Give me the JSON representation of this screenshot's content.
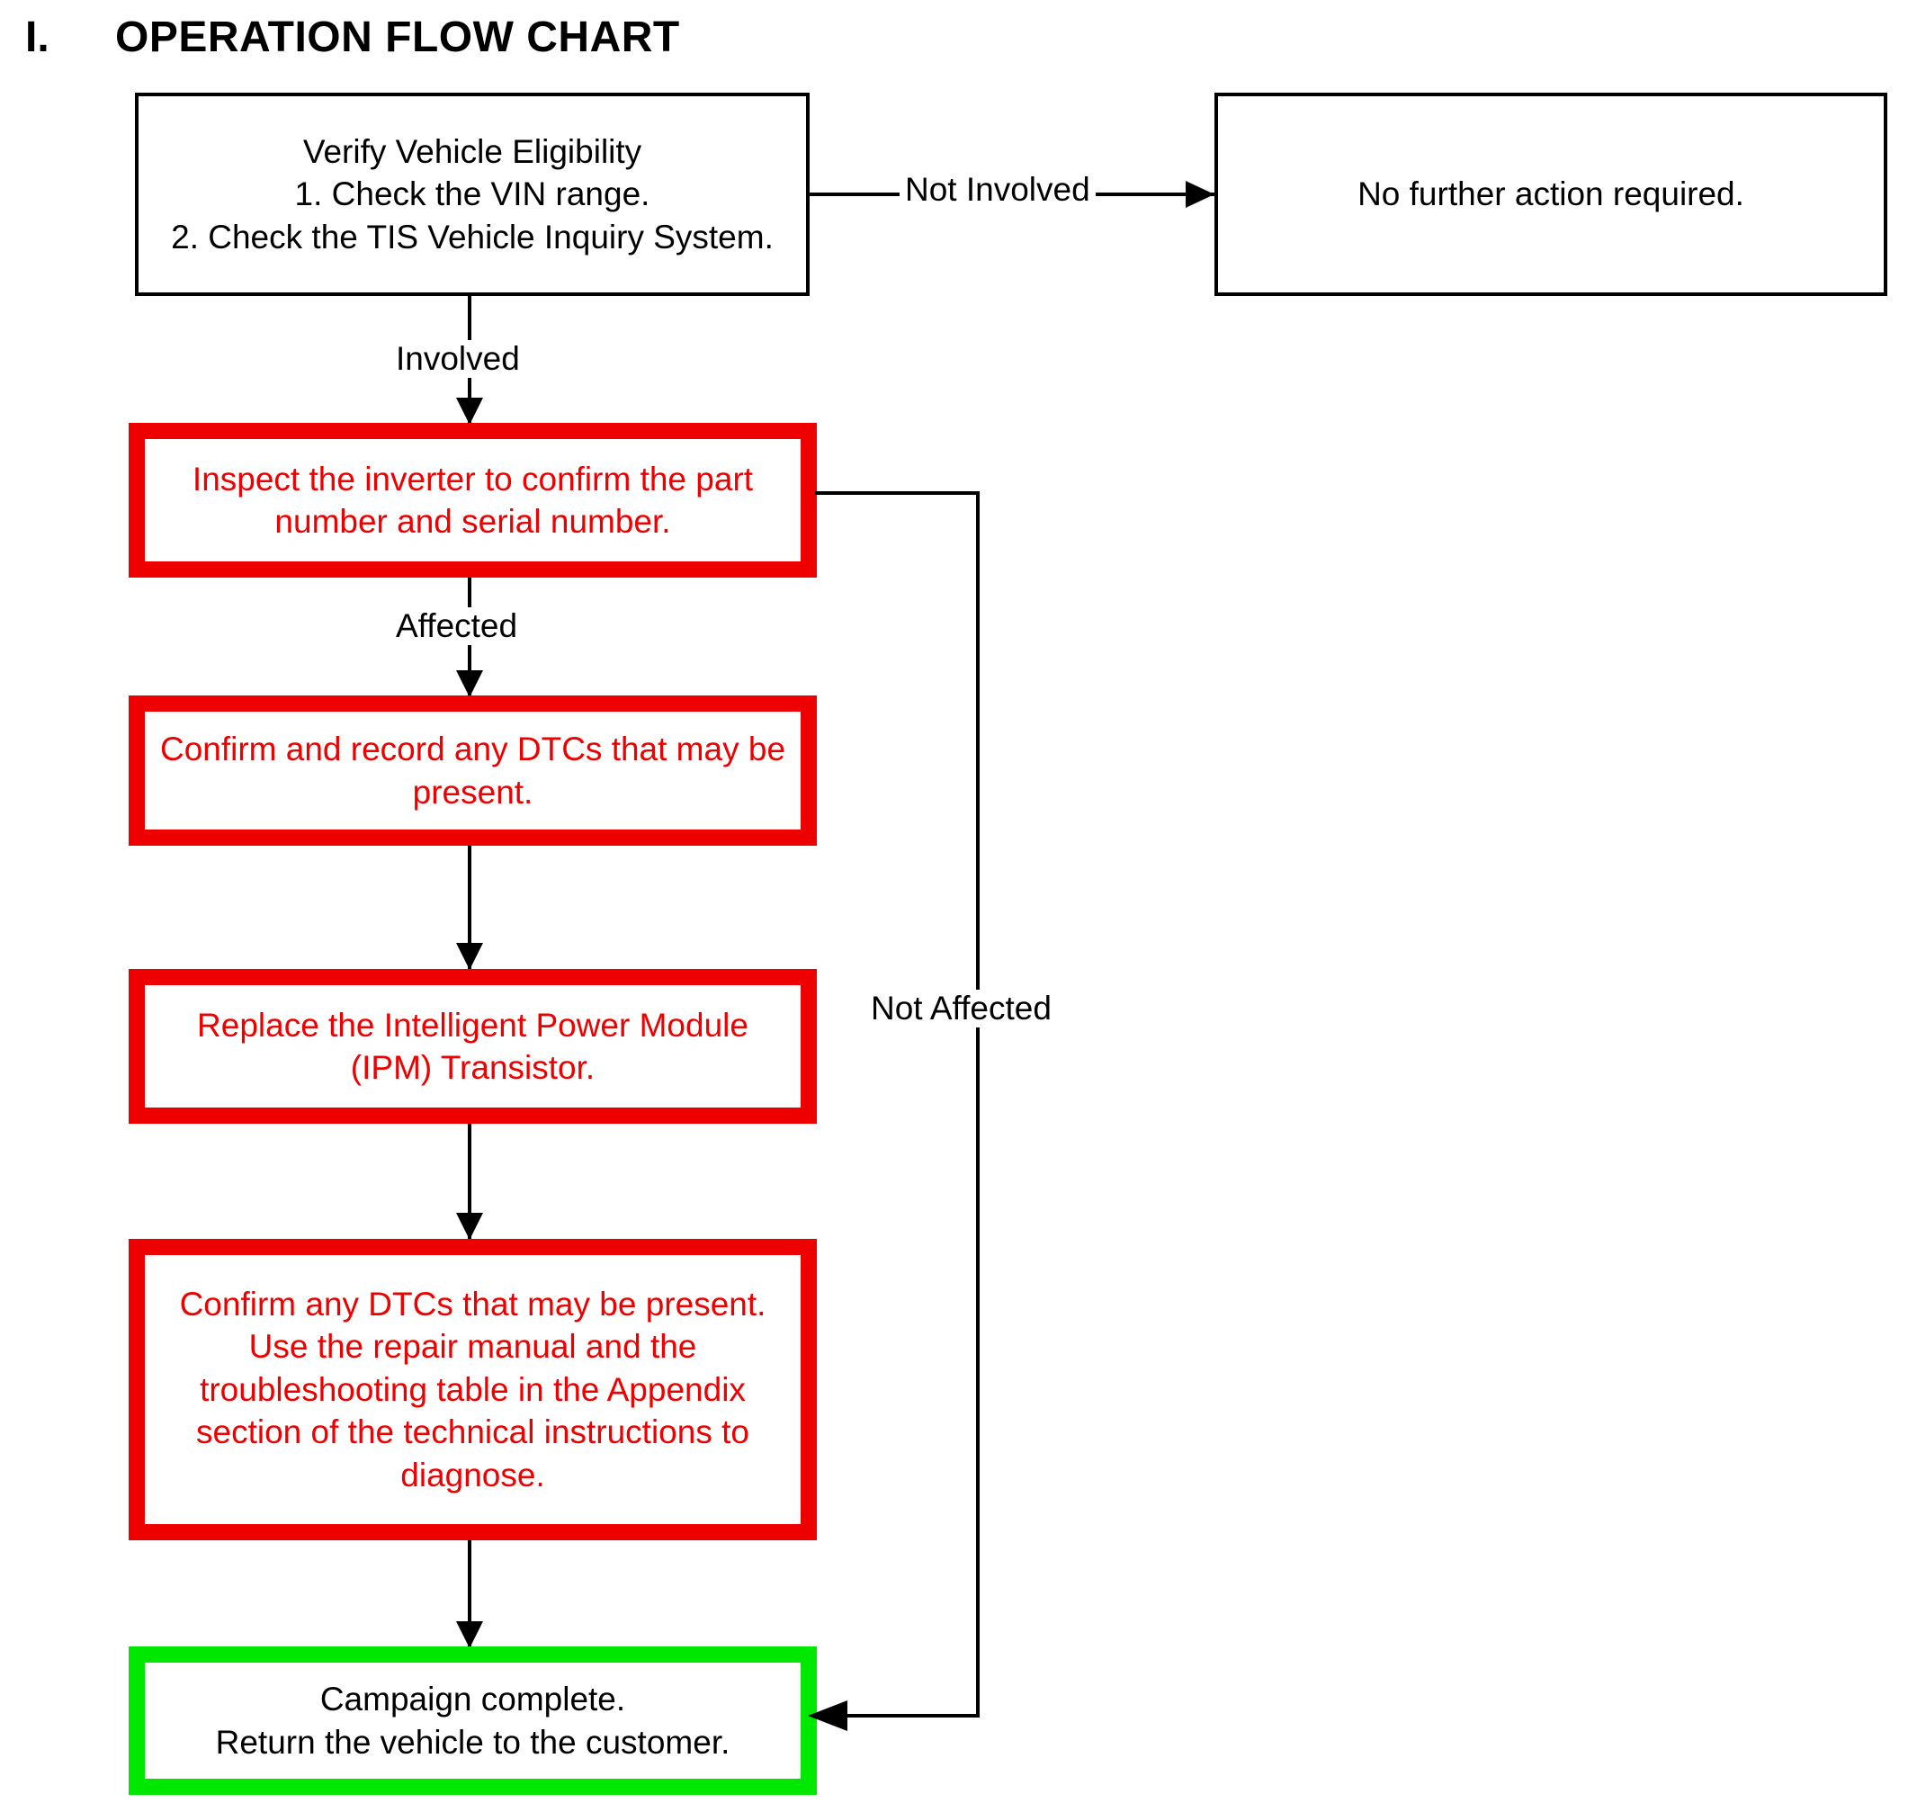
{
  "title": {
    "numeral": "I.",
    "heading": "OPERATION FLOW CHART"
  },
  "colors": {
    "alert_border": "#ee0000",
    "alert_text": "#ee0000",
    "done_border": "#00e800",
    "line": "#000000",
    "background": "#ffffff"
  },
  "chart_data": {
    "type": "diagram",
    "title": "OPERATION FLOW CHART",
    "nodes": [
      {
        "id": "verify",
        "label": "Verify Vehicle Eligibility\n1. Check the VIN range.\n2. Check the TIS Vehicle Inquiry System.",
        "style": "plain"
      },
      {
        "id": "no-action",
        "label": "No further action required.",
        "style": "plain"
      },
      {
        "id": "inspect",
        "label": "Inspect the inverter to confirm the part number and serial number.",
        "style": "alert"
      },
      {
        "id": "record-dtc",
        "label": "Confirm and record any DTCs that may be present.",
        "style": "alert"
      },
      {
        "id": "replace-ipm",
        "label": "Replace the Intelligent Power Module (IPM) Transistor.",
        "style": "alert"
      },
      {
        "id": "diagnose",
        "label": "Confirm any DTCs that may be present. Use the repair manual and the troubleshooting table in the Appendix section of the technical instructions to diagnose.",
        "style": "alert"
      },
      {
        "id": "complete",
        "label": "Campaign complete.\nReturn the vehicle to the customer.",
        "style": "done"
      }
    ],
    "edges": [
      {
        "from": "verify",
        "to": "no-action",
        "label": "Not Involved"
      },
      {
        "from": "verify",
        "to": "inspect",
        "label": "Involved"
      },
      {
        "from": "inspect",
        "to": "record-dtc",
        "label": "Affected"
      },
      {
        "from": "inspect",
        "to": "complete",
        "label": "Not Affected"
      },
      {
        "from": "record-dtc",
        "to": "replace-ipm",
        "label": ""
      },
      {
        "from": "replace-ipm",
        "to": "diagnose",
        "label": ""
      },
      {
        "from": "diagnose",
        "to": "complete",
        "label": ""
      }
    ]
  },
  "nodes": {
    "verify": "Verify Vehicle Eligibility\n1. Check the VIN range.\n2. Check the TIS Vehicle Inquiry System.",
    "no_action": "No further action required.",
    "inspect": "Inspect the inverter to confirm the part number and serial number.",
    "record_dtc": "Confirm and record any DTCs that may be present.",
    "replace_ipm": "Replace the Intelligent Power Module (IPM) Transistor.",
    "diagnose": "Confirm any DTCs that may be present. Use the repair manual and the troubleshooting table in the Appendix section of the technical instructions to diagnose.",
    "complete": "Campaign complete.\nReturn the vehicle to the customer."
  },
  "labels": {
    "not_involved": "Not Involved",
    "involved": "Involved",
    "affected": "Affected",
    "not_affected": "Not Affected"
  }
}
